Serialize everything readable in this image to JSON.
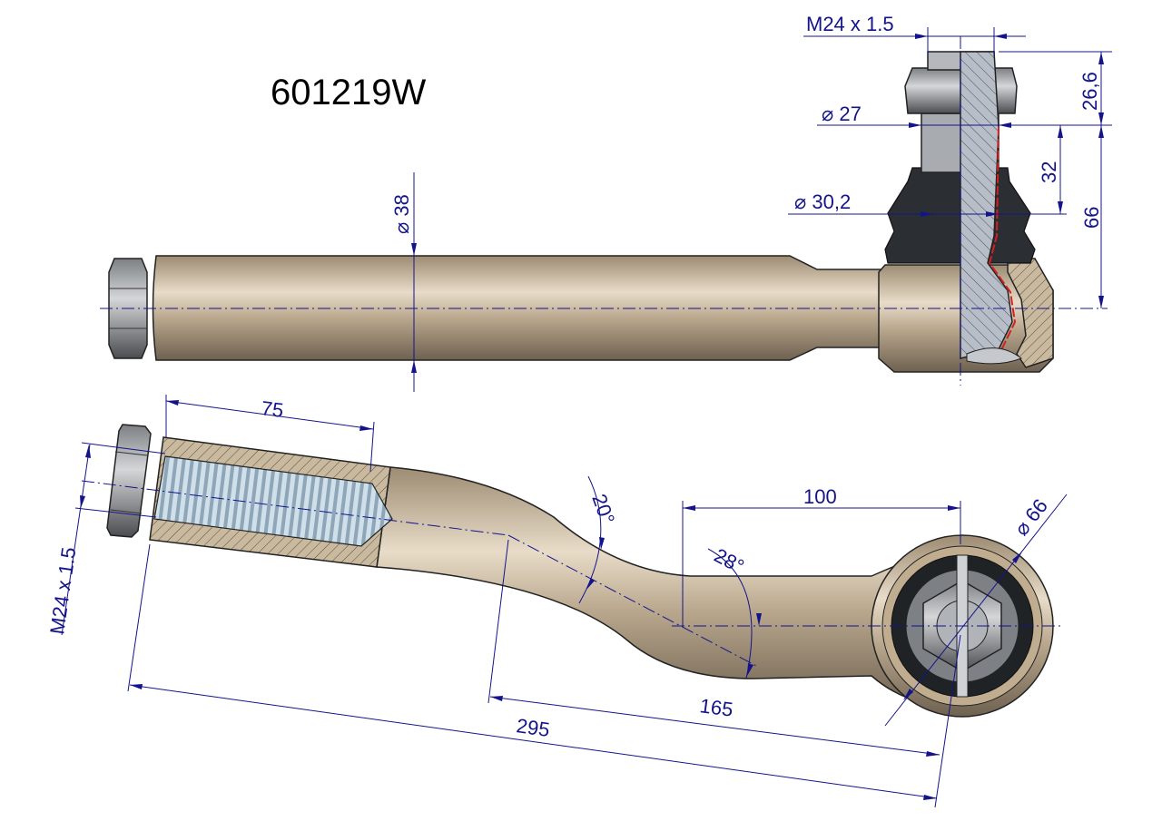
{
  "title": "601219W",
  "colors": {
    "dimension": "#14148a",
    "part": "#b9a78d",
    "steel": "#9a9ea3",
    "boot": "#2b2f33",
    "grease_line": "#d42020"
  },
  "top_view": {
    "thread_stud": "M24 x 1.5",
    "stud_length": "26,6",
    "diameter_27": "⌀ 27",
    "height_32": "32",
    "diameter_30_2": "⌀ 30,2",
    "height_66": "66",
    "rod_diameter": "⌀ 38"
  },
  "bottom_view": {
    "thread_depth": "75",
    "thread_rod": "M24 x 1.5",
    "angle_20": "20°",
    "offset_100": "100",
    "angle_28": "28°",
    "eye_diameter": "⌀ 66",
    "length_165": "165",
    "length_295": "295"
  }
}
